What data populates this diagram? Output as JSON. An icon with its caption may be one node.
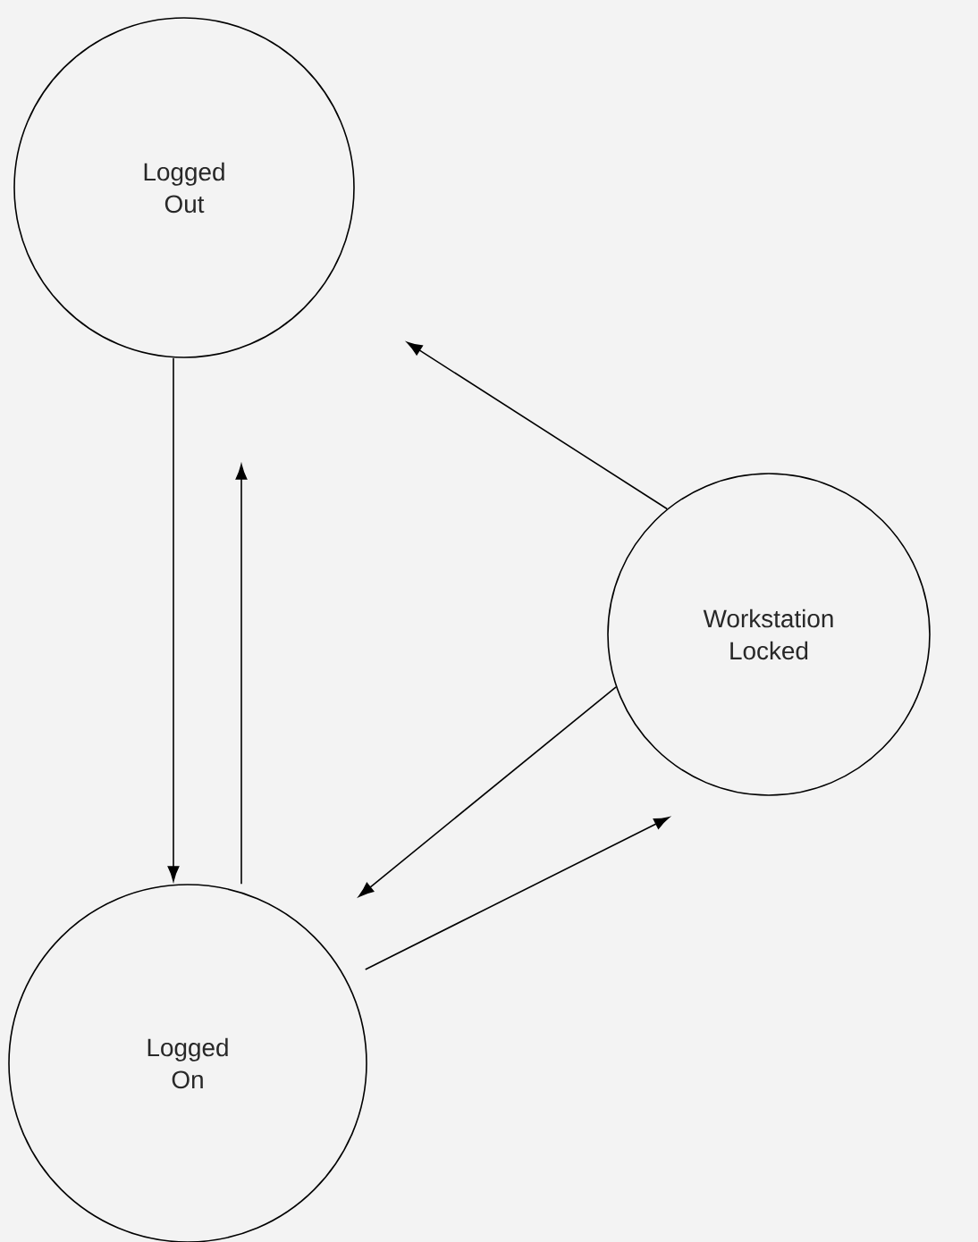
{
  "diagram": {
    "nodes": [
      {
        "text": [
          "Logged Out"
        ]
      },
      {
        "text": [
          "Logged On"
        ]
      },
      {
        "text": [
          "Workstation Locked"
        ]
      }
    ],
    "edges": [
      {
        "from": 0,
        "to": 1,
        "arrow": "to"
      },
      {
        "from": 1,
        "to": 0,
        "arrow": "to"
      },
      {
        "from": 2,
        "to": 0,
        "arrow": "to"
      },
      {
        "from": 2,
        "to": 1,
        "arrow": "to"
      },
      {
        "from": 1,
        "to": 2,
        "arrow": "to"
      }
    ]
  }
}
